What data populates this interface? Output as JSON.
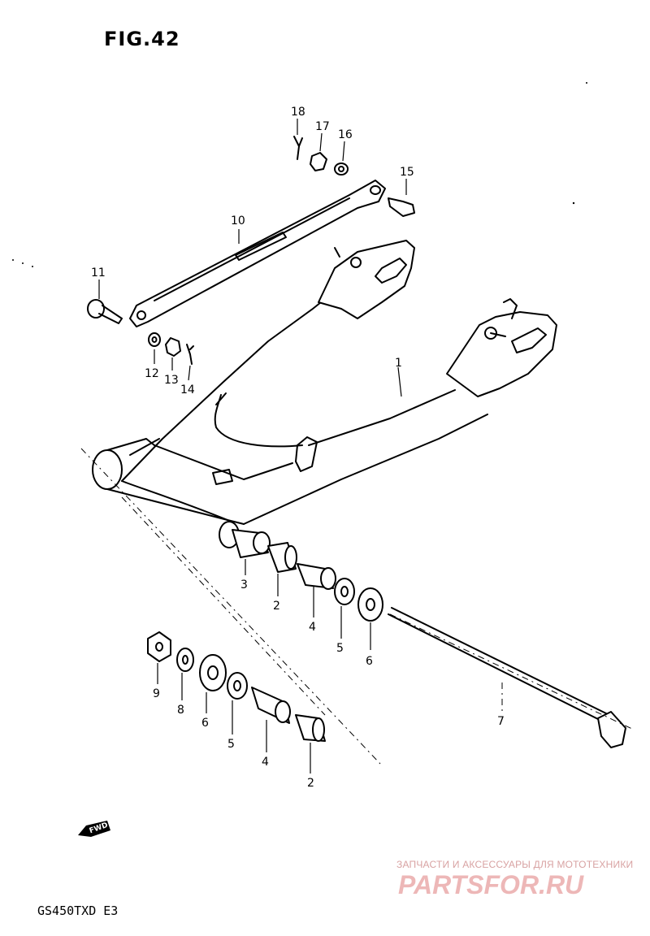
{
  "figure": {
    "title": "FIG.42",
    "model_code": "GS450TXD  E3",
    "forward_marker": "FWD"
  },
  "callouts": [
    {
      "id": "p1",
      "label": "1"
    },
    {
      "id": "p2a",
      "label": "2"
    },
    {
      "id": "p2b",
      "label": "2"
    },
    {
      "id": "p3",
      "label": "3"
    },
    {
      "id": "p4a",
      "label": "4"
    },
    {
      "id": "p4b",
      "label": "4"
    },
    {
      "id": "p5a",
      "label": "5"
    },
    {
      "id": "p5b",
      "label": "5"
    },
    {
      "id": "p6a",
      "label": "6"
    },
    {
      "id": "p6b",
      "label": "6"
    },
    {
      "id": "p7",
      "label": "7"
    },
    {
      "id": "p8",
      "label": "8"
    },
    {
      "id": "p9",
      "label": "9"
    },
    {
      "id": "p10",
      "label": "10"
    },
    {
      "id": "p11",
      "label": "11"
    },
    {
      "id": "p12",
      "label": "12"
    },
    {
      "id": "p13",
      "label": "13"
    },
    {
      "id": "p14",
      "label": "14"
    },
    {
      "id": "p15",
      "label": "15"
    },
    {
      "id": "p16",
      "label": "16"
    },
    {
      "id": "p17",
      "label": "17"
    },
    {
      "id": "p18",
      "label": "18"
    }
  ],
  "watermark": {
    "caption": "ЗАПЧАСТИ И АКСЕССУАРЫ ДЛЯ МОТОТЕХНИКИ",
    "logo_text": "PARTSFOR.RU",
    "color": "#e8a0a0"
  }
}
